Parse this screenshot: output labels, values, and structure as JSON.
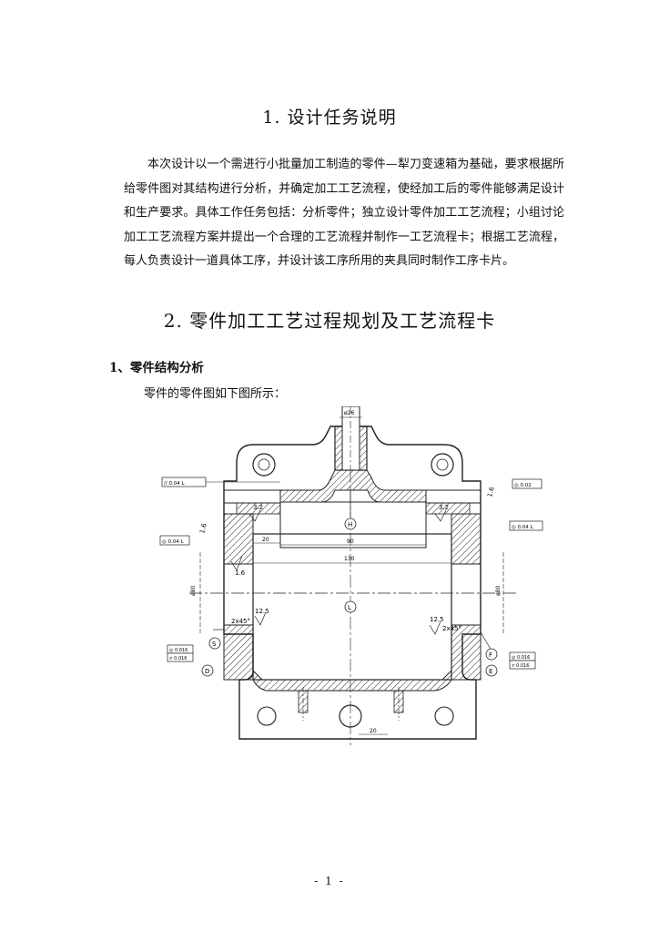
{
  "section1": {
    "title": "1. 设计任务说明",
    "paragraph": "本次设计以一个需进行小批量加工制造的零件—犁刀变速箱为基础，要求根据所给零件图对其结构进行分析，并确定加工工艺流程，使经加工后的零件能够满足设计和生产要求。具体工作任务包括：分析零件；独立设计零件加工工艺流程；小组讨论加工工艺流程方案并提出一个合理的工艺流程并制作一工艺流程卡；根据工艺流程，每人负责设计一道具体工序，并设计该工序所用的夹具同时制作工序卡片。"
  },
  "section2": {
    "title": "2. 零件加工工艺过程规划及工艺流程卡",
    "subsection_title": "1、零件结构分析",
    "caption": "零件的零件图如下图所示："
  },
  "drawing": {
    "dim_top": "ø26",
    "dim_20": "20",
    "dim_90": "90",
    "dim_130": "130",
    "dim_20b": "20",
    "rough_left": "3.2",
    "rough_right": "3.2",
    "rough_16_left": "1.6",
    "rough_16_right": "1.6",
    "rough_16_bore": "1.6",
    "rough_125_left": "12.5",
    "rough_125_right": "12.5",
    "chamfer_left": "2x45°",
    "chamfer_right": "2x45°",
    "label_H": "H",
    "label_L": "L",
    "label_S": "S",
    "label_D": "D",
    "label_F": "F",
    "label_E": "E",
    "fcf_top_left": "// 0.04 L",
    "fcf_top_right": "◎ 0.02",
    "fcf_left_mid": "◎ 0.04 L",
    "fcf_right_mid": "◎ 0.04 L",
    "fcf_left_low": "◎ 0.016",
    "fcf_left_low2": "⌭ 0.016",
    "fcf_right_low": "◎ 0.016",
    "fcf_right_low2": "⌭ 0.016",
    "dia_left": "ø80",
    "dia_right": "ø80"
  },
  "footer": {
    "page_number": "- 1 -"
  }
}
